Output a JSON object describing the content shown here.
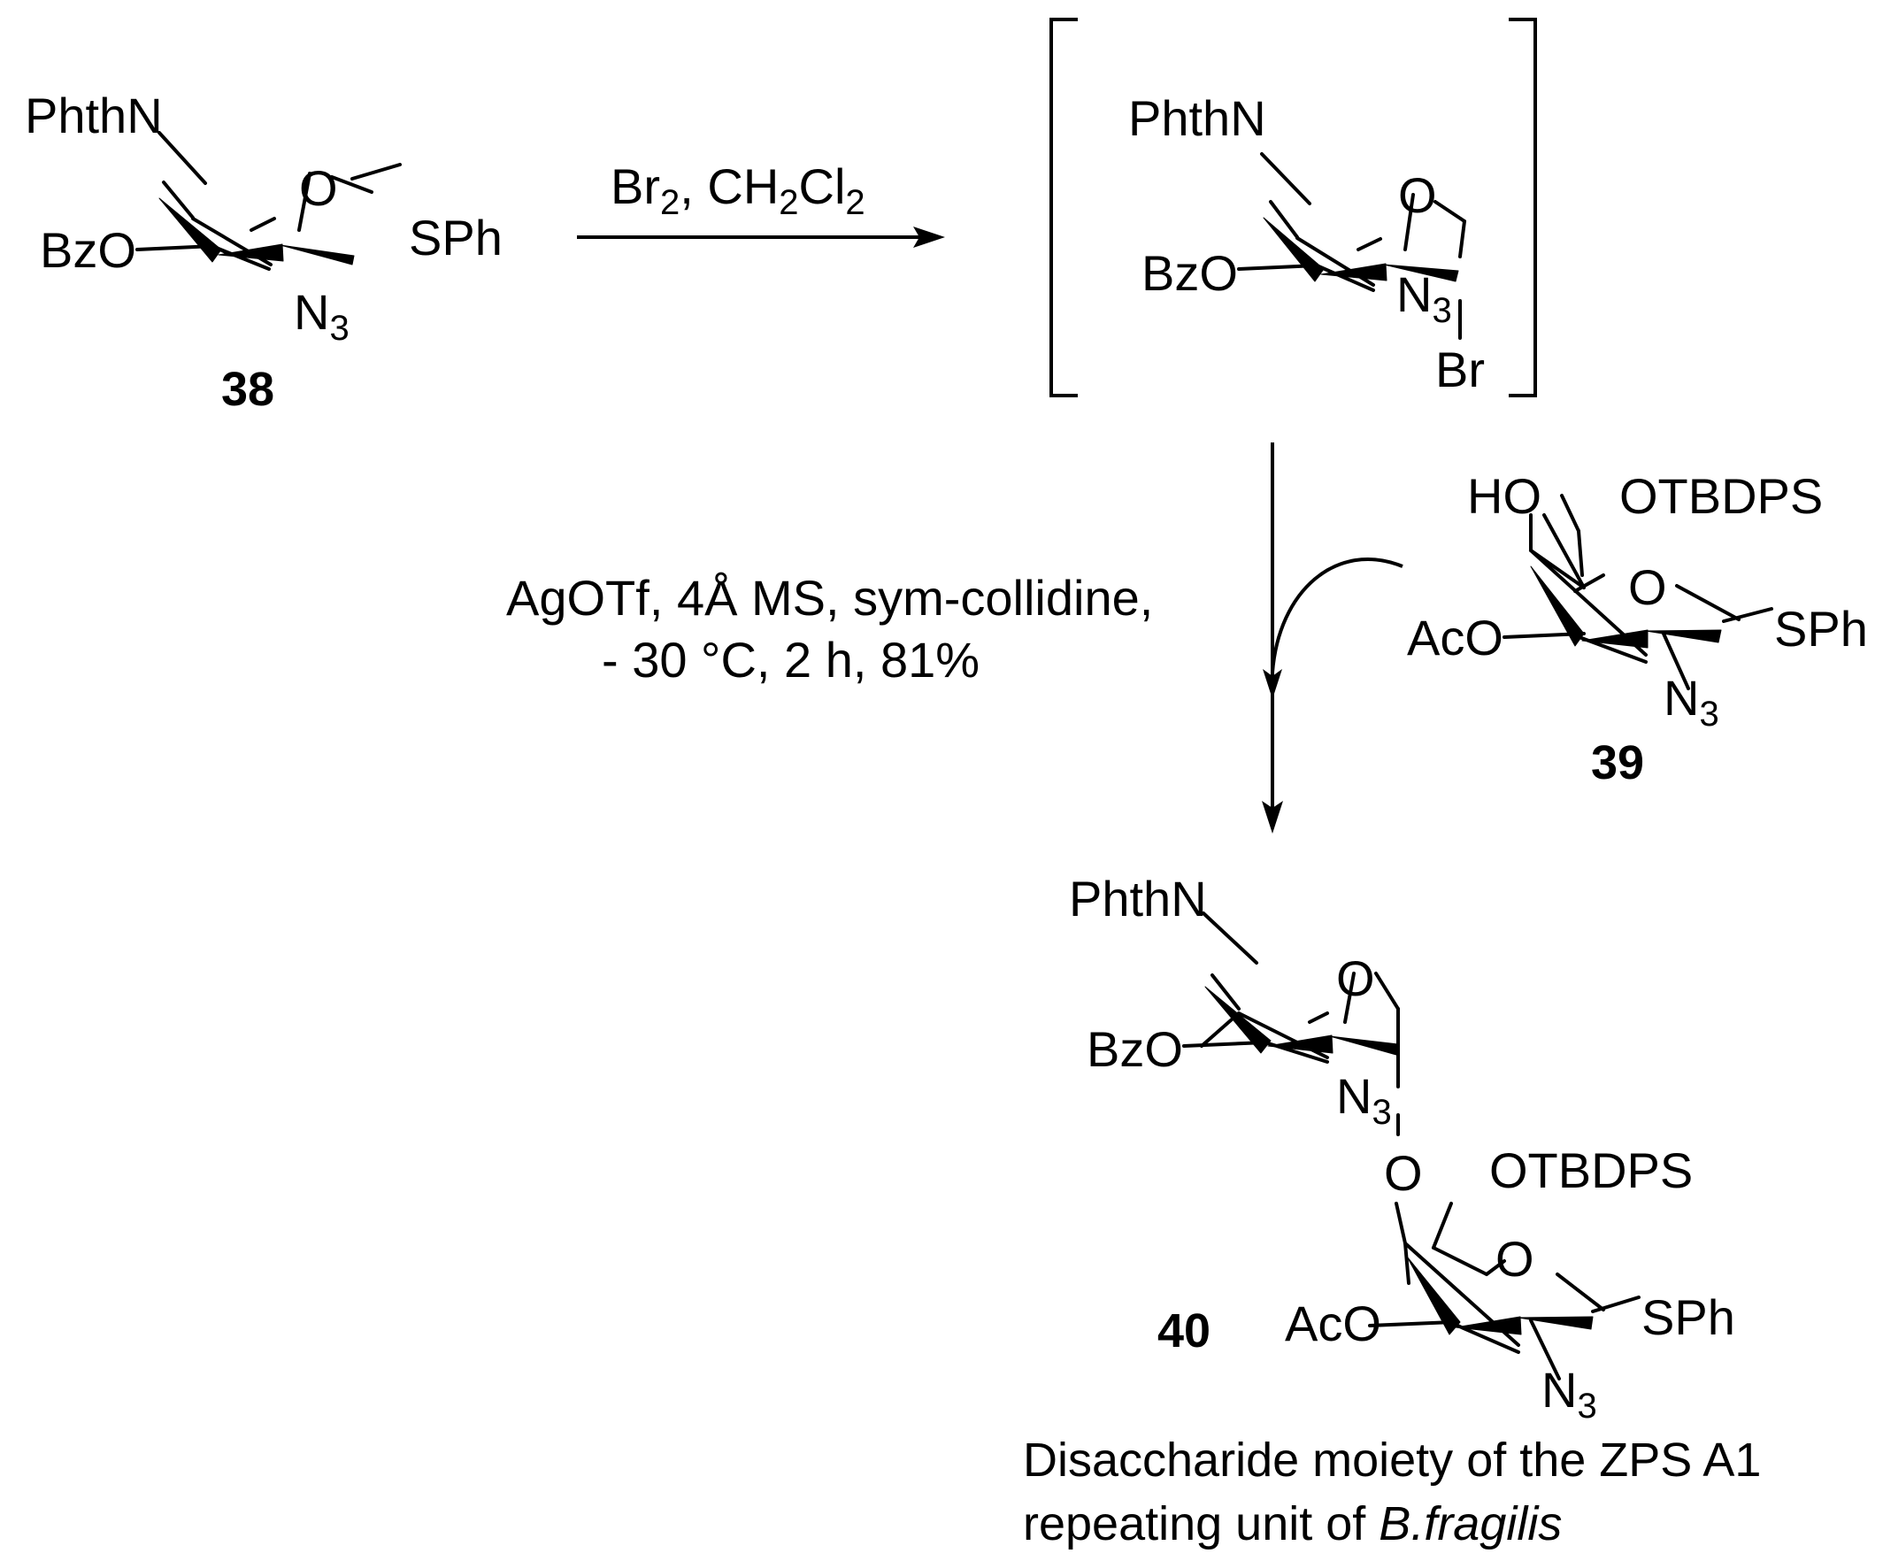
{
  "reactions": {
    "step1_conditions": {
      "reagent": "Br",
      "reagent_sub": "2",
      "sep": ", ",
      "solvent_a": "CH",
      "solvent_sub1": "2",
      "solvent_b": "Cl",
      "solvent_sub2": "2"
    },
    "step2_conditions": {
      "line1": "AgOTf, 4Å MS, sym-collidine,",
      "line2": "- 30 °C, 2 h, 81%"
    }
  },
  "compounds": {
    "c38": {
      "number": "38",
      "phthn": "PhthN",
      "bzo": "BzO",
      "ring_o": "O",
      "sph": "SPh",
      "n": "N",
      "n_sub": "3"
    },
    "bromide": {
      "phthn": "PhthN",
      "bzo": "BzO",
      "ring_o": "O",
      "n": "N",
      "n_sub": "3",
      "br": "Br"
    },
    "c39": {
      "number": "39",
      "ho": "HO",
      "otbdps": "OTBDPS",
      "ring_o": "O",
      "aco": "AcO",
      "sph": "SPh",
      "n": "N",
      "n_sub": "3"
    },
    "c40": {
      "number": "40",
      "phthn": "PhthN",
      "bzo": "BzO",
      "ring_o_top": "O",
      "n_top": "N",
      "n_top_sub": "3",
      "link_o": "O",
      "otbdps": "OTBDPS",
      "ring_o_bottom": "O",
      "aco": "AcO",
      "sph": "SPh",
      "n_bottom": "N",
      "n_bottom_sub": "3"
    }
  },
  "caption": {
    "line1": "Disaccharide moiety of the ZPS A1",
    "line2_prefix": "repeating unit of ",
    "line2_species": "B.fragilis"
  }
}
